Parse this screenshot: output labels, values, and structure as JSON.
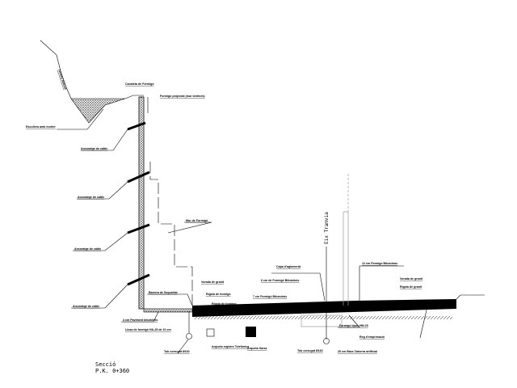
{
  "drawing": {
    "title_line1": "Secció",
    "title_line2": "P.K. 0+360",
    "axis_label": "Eix Tramvia",
    "labels": {
      "terrain": "Terreny Natural",
      "canal": "Canaleta de Formigó",
      "shotcrete": "Formigó projectat (mur berlinès)",
      "riprap": "Escullera amb morter",
      "anchor1": "Ancoratge de cable",
      "anchor2": "Ancoratge de cable",
      "anchor3": "Ancoratge de cable",
      "anchor4": "Ancoratge de cable",
      "wall": "Mur de Formigó",
      "curb_left": "Vorada de granit",
      "barrier": "Barrera de Seguretat",
      "gutter1": "Rigola de formigó",
      "gutter2": "Rigola de formigó",
      "pavement_left": "4 cm Paviment bituminós",
      "slab": "Llosa de formigó HA-25 de 10 cm",
      "pipe_left": "Tub corrugat Ø160",
      "manhole_tel": "Arqueta registre Telefònica",
      "manhole_net": "Arqueta Xarxa",
      "binder": "Capa d'aglomerat",
      "layer6": "6 cm de Formigó Bituminós",
      "layer7": "7 cm Formigó Bituminós",
      "layer12": "12 cm Formigó Bituminós",
      "curb_right": "Vorada de granit",
      "gutter_right": "Rigola de granit",
      "concrete_type": "Formigó tipus HM-20",
      "subbase": "Reg d'emprimació",
      "pipe_right": "Tub corrugat Ø160",
      "base": "25 cm Base Zahorra artificial"
    }
  }
}
